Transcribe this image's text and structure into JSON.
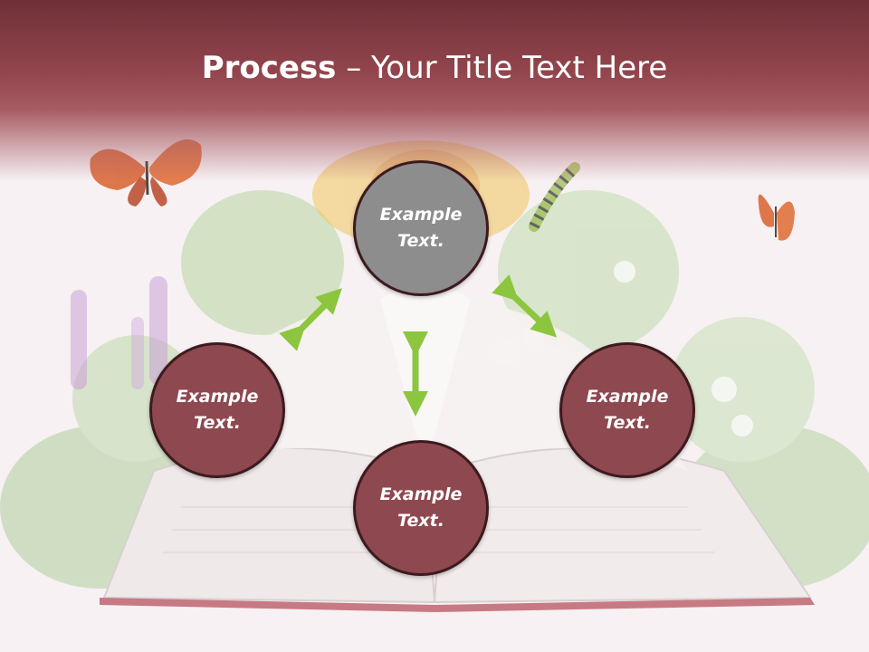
{
  "slide": {
    "title_strong": "Process",
    "title_rest": " – Your Title Text Here"
  },
  "nodes": [
    {
      "text": "Example Text.",
      "fill": "#8d8d8d"
    },
    {
      "text": "Example Text.",
      "fill": "#8e4850"
    },
    {
      "text": "Example Text.",
      "fill": "#8e4850"
    },
    {
      "text": "Example Text.",
      "fill": "#8e4850"
    }
  ],
  "colors": {
    "header": "#93454d",
    "node_fill": "#8e4850",
    "center_fill": "#8d8d8d",
    "node_border": "#3d1a1e",
    "arrow": "#8cc63f"
  },
  "icons": [
    "butterfly-icon",
    "caterpillar-icon",
    "open-book-illustration",
    "flower-icon"
  ]
}
